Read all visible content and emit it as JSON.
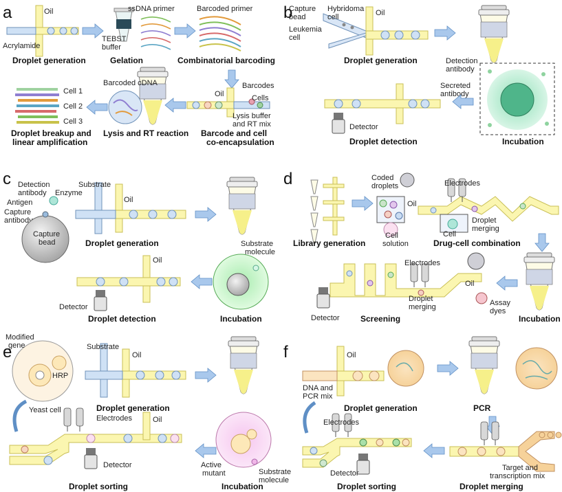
{
  "colors": {
    "channel": "#fbf6b0",
    "channel_stroke": "#c9bf56",
    "arrow": "#9cc0e6",
    "arrow_stroke": "#5f8fc5",
    "droplet": "#cfe1f5",
    "droplet_stroke": "#6f92b9"
  },
  "panels": {
    "a": {
      "letter": "a",
      "oil": "Oil",
      "acrylamide": "Acrylamide",
      "step1": "Droplet generation",
      "tebst": "TEBST",
      "buffer": "buffer",
      "gelation": "Gelation",
      "ssdna": "ssDNA primer",
      "barcoded_primer": "Barcoded primer",
      "combinatorial": "Combinatorial barcoding",
      "oil2": "Oil",
      "barcodes": "Barcodes",
      "cells": "Cells",
      "lysis_buf": "Lysis buffer",
      "rt_mix": "and RT mix",
      "coenc1": "Barcode and cell",
      "coenc2": "co-encapsulation",
      "barcoded_cdna": "Barcoded cDNA",
      "lysis_rt": "Lysis and RT reaction",
      "cell1": "Cell 1",
      "cell2": "Cell 2",
      "cell3": "Cell 3",
      "breakup1": "Droplet breakup and",
      "breakup2": "linear amplification"
    },
    "b": {
      "letter": "b",
      "capture1": "Capture",
      "capture2": "bead",
      "hybridoma1": "Hybridoma",
      "hybridoma2": "cell",
      "oil": "Oil",
      "leukemia1": "Leukemia",
      "leukemia2": "cell",
      "step1": "Droplet generation",
      "detection1": "Detection",
      "detection2": "antibody",
      "secreted1": "Secreted",
      "secreted2": "antibody",
      "detector": "Detector",
      "detection_step": "Droplet detection",
      "incubation": "Incubation"
    },
    "c": {
      "letter": "c",
      "detection1": "Detection",
      "detection2": "antibody",
      "enzyme": "Enzyme",
      "antigen": "Antigen",
      "capture1": "Capture",
      "capture2": "antibody",
      "bead1": "Capture",
      "bead2": "bead",
      "substrate": "Substrate",
      "oil": "Oil",
      "step1": "Droplet generation",
      "substrate_mol1": "Substrate",
      "substrate_mol2": "molecule",
      "oil2": "Oil",
      "detector": "Detector",
      "detection_step": "Droplet detection",
      "incubation": "Incubation"
    },
    "d": {
      "letter": "d",
      "coded1": "Coded",
      "coded2": "droplets",
      "electrodes": "Electrodes",
      "oil": "Oil",
      "cell_solution1": "Cell",
      "cell_solution2": "solution",
      "cell": "Cell",
      "merging1": "Droplet",
      "merging2": "merging",
      "library": "Library generation",
      "drugcell": "Drug-cell combination",
      "electrodes2": "Electrodes",
      "oil2": "Oil",
      "detector": "Detector",
      "merging3": "Droplet",
      "merging4": "merging",
      "assay1": "Assay",
      "assay2": "dyes",
      "screening": "Screening",
      "incubation": "Incubation"
    },
    "e": {
      "letter": "e",
      "modified1": "Modified",
      "modified2": "gene",
      "hrp": "HRP",
      "substrate": "Substrate",
      "oil": "Oil",
      "yeast": "Yeast cell",
      "step1": "Droplet generation",
      "electrodes": "Electrodes",
      "oil2": "Oil",
      "detector": "Detector",
      "sorting": "Droplet sorting",
      "active1": "Active",
      "active2": "mutant",
      "substrate_mol1": "Substrate",
      "substrate_mol2": "molecule",
      "incubation": "Incubation"
    },
    "f": {
      "letter": "f",
      "oil": "Oil",
      "dna1": "DNA and",
      "dna2": "PCR mix",
      "step1": "Droplet generation",
      "pcr": "PCR",
      "electrodes": "Electrodes",
      "detector": "Detector",
      "sorting": "Droplet sorting",
      "merging": "Droplet merging",
      "target1": "Target and",
      "target2": "transcription mix"
    }
  }
}
